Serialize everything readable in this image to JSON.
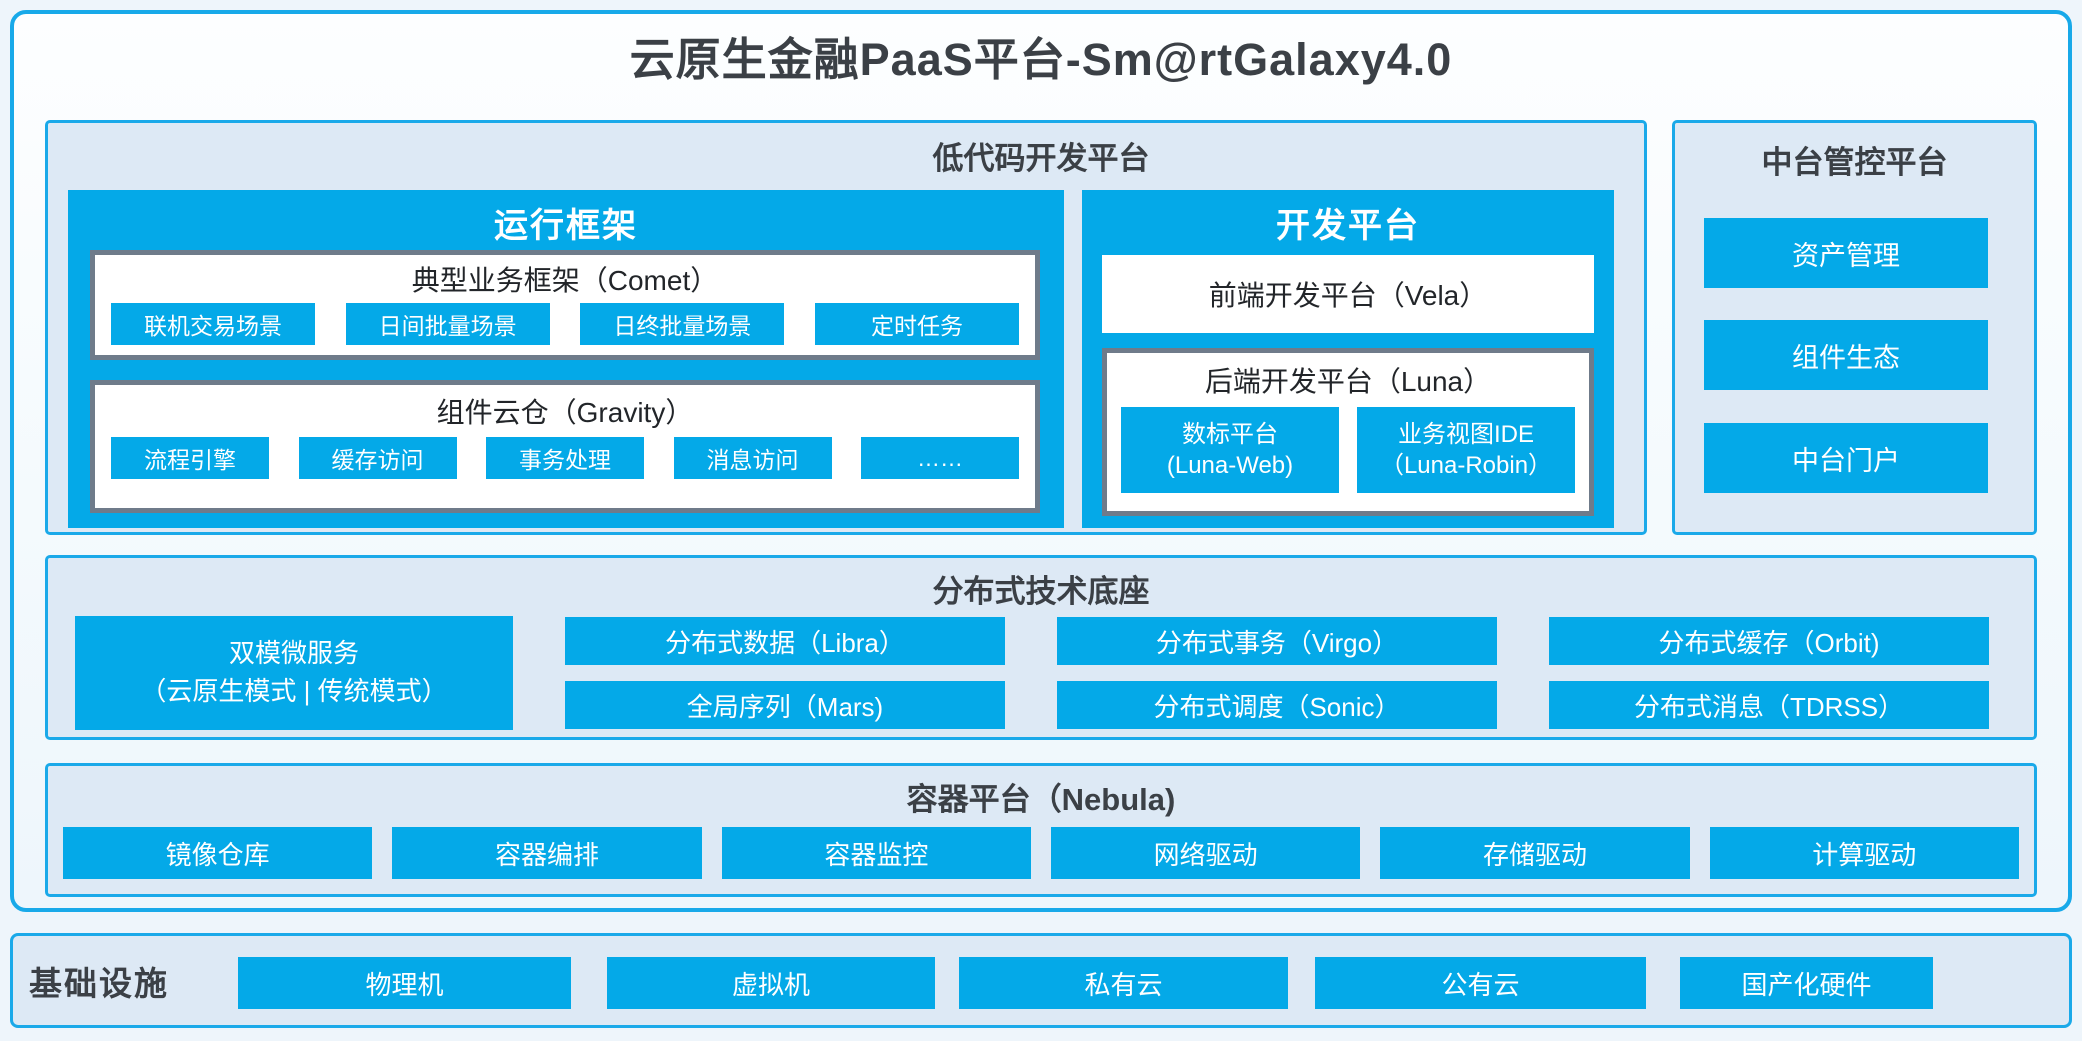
{
  "title": "云原生金融PaaS平台-Sm@rtGalaxy4.0",
  "lowcode": {
    "title": "低代码开发平台",
    "run_framework": {
      "title": "运行框架",
      "comet": {
        "title": "典型业务框架（Comet）",
        "items": [
          "联机交易场景",
          "日间批量场景",
          "日终批量场景",
          "定时任务"
        ]
      },
      "gravity": {
        "title": "组件云仓（Gravity）",
        "items": [
          "流程引擎",
          "缓存访问",
          "事务处理",
          "消息访问",
          "……"
        ]
      }
    },
    "dev_platform": {
      "title": "开发平台",
      "vela": "前端开发平台（Vela）",
      "luna": {
        "title": "后端开发平台（Luna）",
        "items": [
          {
            "line1": "数标平台",
            "line2": "(Luna-Web)"
          },
          {
            "line1": "业务视图IDE",
            "line2": "（Luna-Robin）"
          }
        ]
      }
    }
  },
  "mid_platform": {
    "title": "中台管控平台",
    "items": [
      "资产管理",
      "组件生态",
      "中台门户"
    ]
  },
  "distributed": {
    "title": "分布式技术底座",
    "dual_service": {
      "line1": "双模微服务",
      "line2": "（云原生模式 | 传统模式）"
    },
    "row1": [
      "分布式数据（Libra）",
      "分布式事务（Virgo）",
      "分布式缓存（Orbit)"
    ],
    "row2": [
      "全局序列（Mars)",
      "分布式调度（Sonic）",
      "分布式消息（TDRSS）"
    ]
  },
  "container_platform": {
    "title": "容器平台（Nebula)",
    "items": [
      "镜像仓库",
      "容器编排",
      "容器监控",
      "网络驱动",
      "存储驱动",
      "计算驱动"
    ]
  },
  "infrastructure": {
    "title": "基础设施",
    "items": [
      "物理机",
      "虚拟机",
      "私有云",
      "公有云",
      "国产化硬件"
    ]
  },
  "colors": {
    "accent_blue": "#04a9e8",
    "border_blue": "#1aa9e9",
    "panel_bg": "#dde9f5",
    "gray_box_border": "#6f7b8a",
    "dark_text": "#3b4046"
  }
}
